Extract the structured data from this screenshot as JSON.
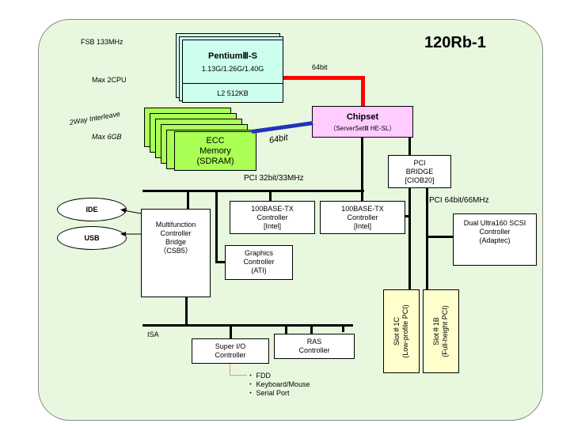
{
  "title": "120Rb-1",
  "fsb": "FSB 133MHz",
  "max_cpu": "Max 2CPU",
  "cpu": {
    "name": "PentiumⅢ-S",
    "speeds": "1.13G/1.26G/1.40G",
    "cache": "L2 512KB"
  },
  "cpu_bus": "64bit",
  "chipset": {
    "name": "Chipset",
    "detail": "（ServerSetⅢ HE-SL）"
  },
  "memory": {
    "interleave": "2Way Interleave",
    "max": "Max 6GB",
    "line1": "ECC",
    "line2": "Memory",
    "line3": "(SDRAM)",
    "bus": "64bit"
  },
  "pci_bridge": {
    "line1": "PCI",
    "line2": "BRIDGE",
    "line3": "[CIOB20]"
  },
  "pci32": "PCI 32bit/33MHz",
  "pci64": "PCI 64bit/66MHz",
  "nic1": {
    "line1": "100BASE-TX",
    "line2": "Controller",
    "line3": "[Intel]"
  },
  "nic2": {
    "line1": "100BASE-TX",
    "line2": "Controller",
    "line3": "[Intel]"
  },
  "scsi": {
    "line1": "Dual Ultra160 SCSI",
    "line2": "Controller",
    "line3": "(Adaptec)"
  },
  "ide": "IDE",
  "usb": "USB",
  "mfc": {
    "line1": "Multifunction",
    "line2": "Controller",
    "line3": "Bridge",
    "line4": "（CSB5）"
  },
  "graphics": {
    "line1": "Graphics",
    "line2": "Controller",
    "line3": "(ATI)"
  },
  "isa": "ISA",
  "superio": {
    "line1": "Super I/O",
    "line2": "Controller"
  },
  "ras": {
    "line1": "RAS",
    "line2": "Controller"
  },
  "slot1c": {
    "line1": "Slot＃1C",
    "line2": "(Low-profile PCI)"
  },
  "slot1b": {
    "line1": "Slot＃1B",
    "line2": "(Full-height PCI)"
  },
  "io_list": [
    "・ FDD",
    "・ Keyboard/Mouse",
    "・ Serial Port"
  ],
  "colors": {
    "cpu_bus": "#ff0000",
    "memory_bus": "#2233bb",
    "memory": "#aaff55",
    "chipset": "#ffccff",
    "cpu": "#ccffee",
    "slot": "#ffffcc",
    "superio_link": "#e2a060"
  }
}
